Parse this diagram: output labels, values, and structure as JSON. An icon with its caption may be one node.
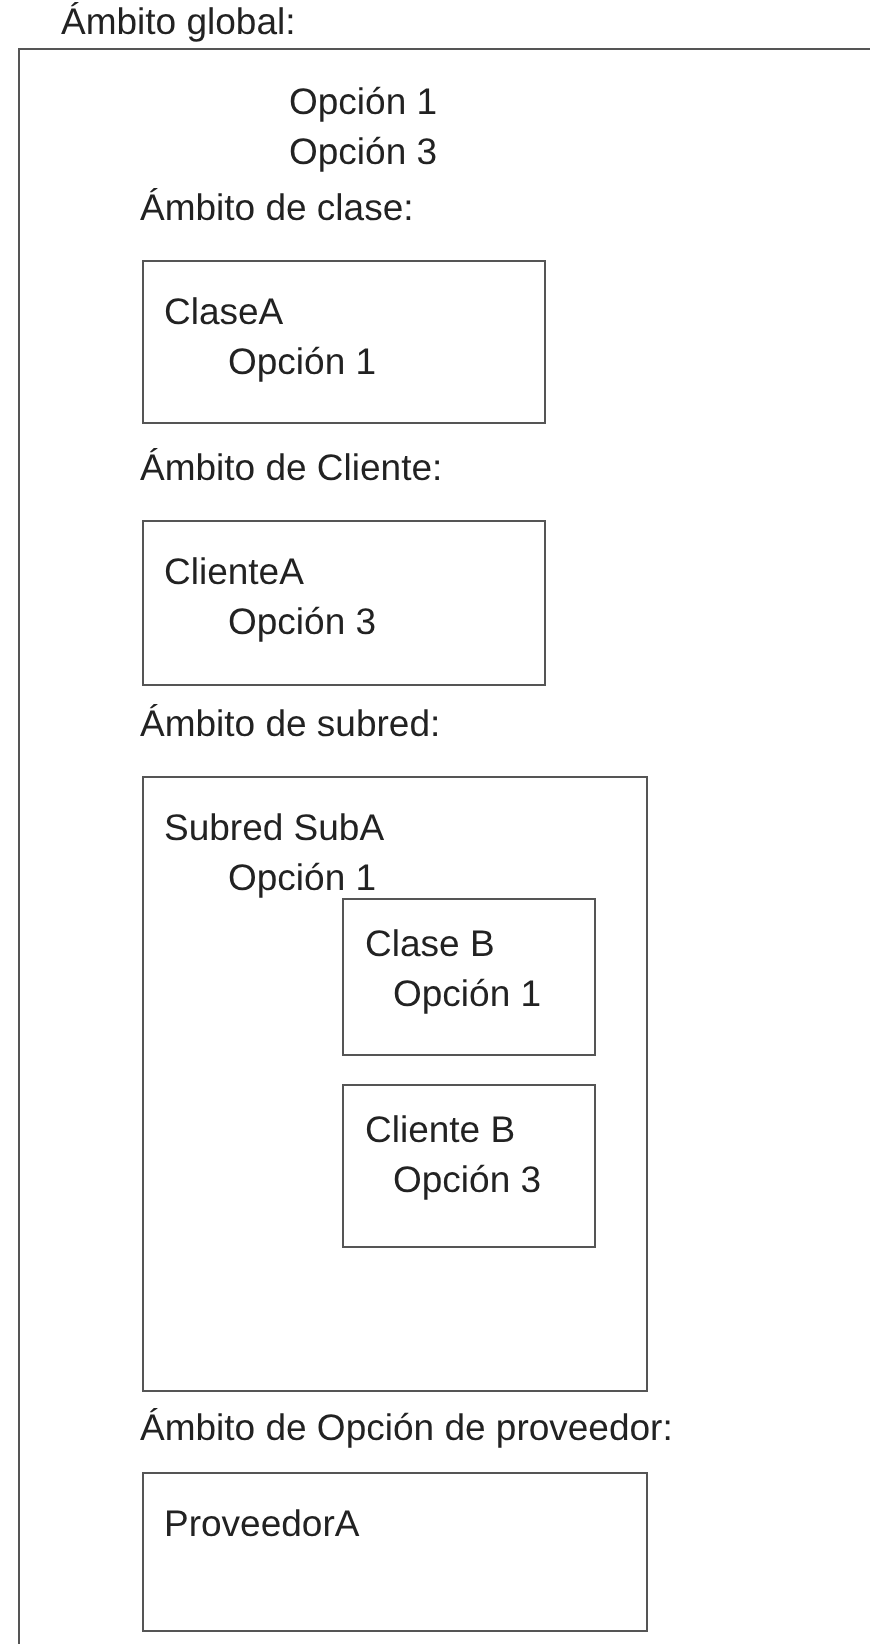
{
  "diagram": {
    "nodes": [
      {
        "text": [
          "Ámbito global:",
          "Opción 1",
          "Opción 3"
        ]
      },
      {
        "text": [
          "Ámbito de clase:",
          "ClaseA",
          "Opción 1"
        ],
        "in": 0
      },
      {
        "text": [
          "Ámbito de Cliente:",
          "ClienteA",
          "Opción 3"
        ],
        "in": 0
      },
      {
        "text": [
          "Ámbito de subred:",
          "Subred SubA",
          "Opción 1"
        ],
        "in": 0
      },
      {
        "text": [
          "Clase B",
          "Opción 1"
        ],
        "in": 3
      },
      {
        "text": [
          "Cliente B",
          "Opción 3"
        ],
        "in": 3
      },
      {
        "text": [
          "Ámbito de Opción de proveedor:",
          "ProveedorA"
        ],
        "in": 0
      }
    ]
  }
}
